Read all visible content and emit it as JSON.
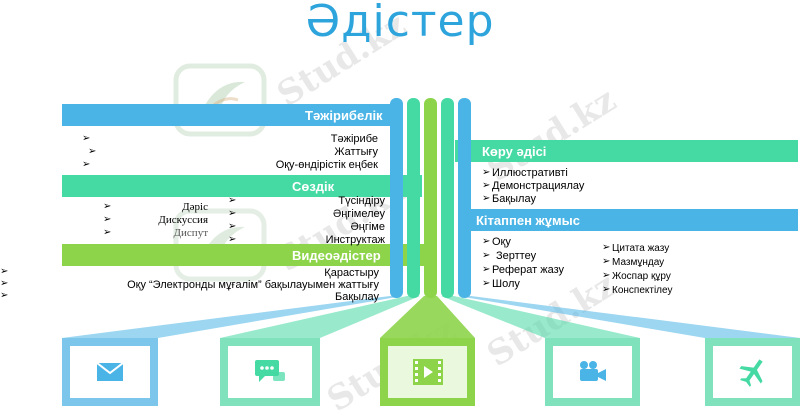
{
  "title": "Әдістер",
  "watermark": "Stud.kz",
  "colors": {
    "blue": "#4ab4e6",
    "green": "#45d9a3",
    "lime": "#8dd44a",
    "title": "#2ea4dc"
  },
  "left": {
    "tajiribelik": {
      "header": "Тәжірибелік",
      "items": [
        "Тәжірибе",
        "Жаттығу",
        "Оқу-өндірістік еңбек"
      ]
    },
    "sozdik": {
      "header": "Сөздік",
      "left_items": [
        "Дәріс",
        "Дискуссия",
        "Диспут"
      ],
      "right_items": [
        "Түсіндіру",
        "Әңгімелеу",
        "Әңгіме",
        "Инструктаж"
      ]
    },
    "video": {
      "header": "Видеоәдістер",
      "items": [
        "Қарастыру",
        "Оқу “Электронды мұғалім” бақылауымен жаттығу",
        "Бақылау"
      ]
    }
  },
  "right": {
    "koru": {
      "header": "Көру әдісі",
      "items": [
        "Иллюстративті",
        "Демонстрациялау",
        "Бақылау"
      ]
    },
    "kitap": {
      "header": "Кітаппен жұмыс",
      "col1": [
        "Оқу",
        "Зерттеу",
        "Реферат жазу",
        "Шолу"
      ],
      "col2": [
        "Цитата жазу",
        "Мазмұндау",
        "Жоспар құру",
        "Конспектілеу"
      ]
    }
  },
  "icons": [
    "envelope-icon",
    "chat-icon",
    "film-icon",
    "video-camera-icon",
    "airplane-icon"
  ]
}
